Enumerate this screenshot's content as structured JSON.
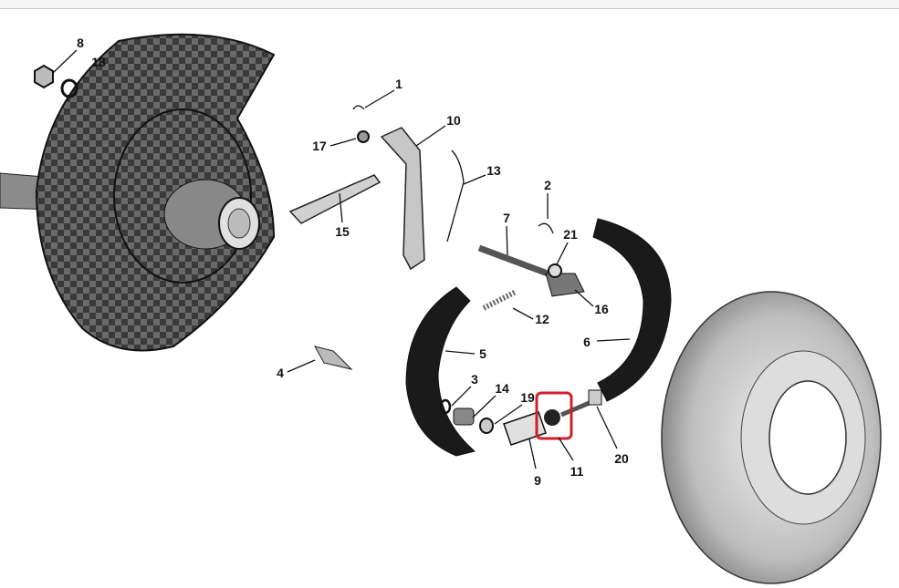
{
  "diagram": {
    "highlight_color": "#d0202a",
    "highlighted_part": "11",
    "callouts": {
      "p1": "1",
      "p2": "2",
      "p3": "3",
      "p4": "4",
      "p5": "5",
      "p6": "6",
      "p7": "7",
      "p8": "8",
      "p9": "9",
      "p10": "10",
      "p11": "11",
      "p12": "12",
      "p13": "13",
      "p14": "14",
      "p15": "15",
      "p16": "16",
      "p17": "17",
      "p18": "18",
      "p19": "19",
      "p20": "20",
      "p21": "21"
    }
  }
}
